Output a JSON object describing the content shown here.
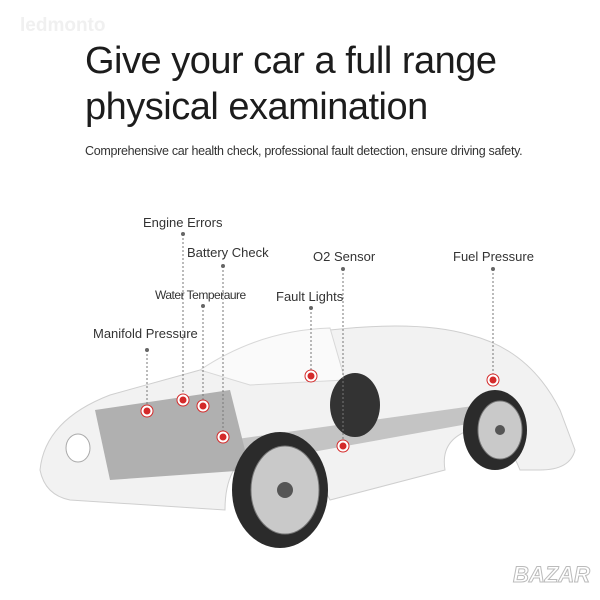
{
  "watermark": "ledmonto",
  "title_line1": "Give your car a full range",
  "title_line2": "physical examination",
  "subtitle": "Comprehensive car health check, professional fault detection, ensure driving safety.",
  "callouts": {
    "engine_errors": "Engine Errors",
    "battery_check": "Battery Check",
    "o2_sensor": "O2 Sensor",
    "fuel_pressure": "Fuel Pressure",
    "water_temp": "Water Temperaure",
    "fault_lights": "Fault Lights",
    "manifold_pressure": "Manifold Pressure"
  },
  "marker_color": "#d42a2a",
  "logo": "BAZAR"
}
